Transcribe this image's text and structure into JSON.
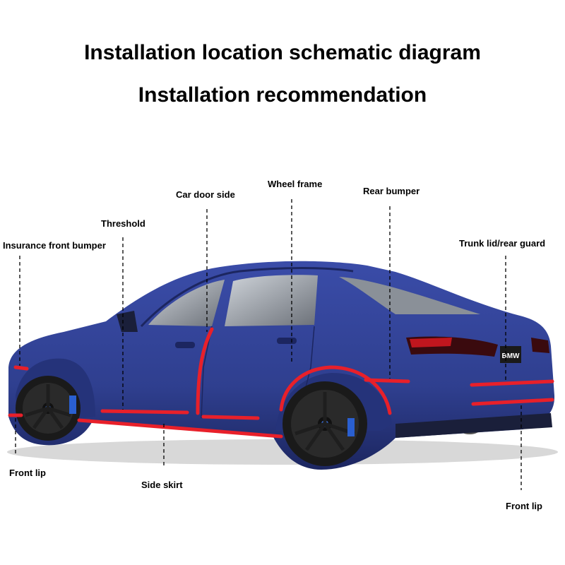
{
  "titles": {
    "main": "Installation location schematic diagram",
    "sub": "Installation recommendation"
  },
  "labels": {
    "insurance_front_bumper": "Insurance front bumper",
    "threshold": "Threshold",
    "car_door_side": "Car door side",
    "wheel_frame": "Wheel frame",
    "rear_bumper": "Rear bumper",
    "trunk_lid_rear_guard": "Trunk lid/rear guard",
    "front_lip_left": "Front lip",
    "side_skirt": "Side skirt",
    "front_lip_right": "Front lip"
  },
  "car": {
    "badge": "BMW",
    "body_color": "#2f3f8f",
    "body_dark": "#1c2660",
    "strip_color": "#e8202a"
  }
}
